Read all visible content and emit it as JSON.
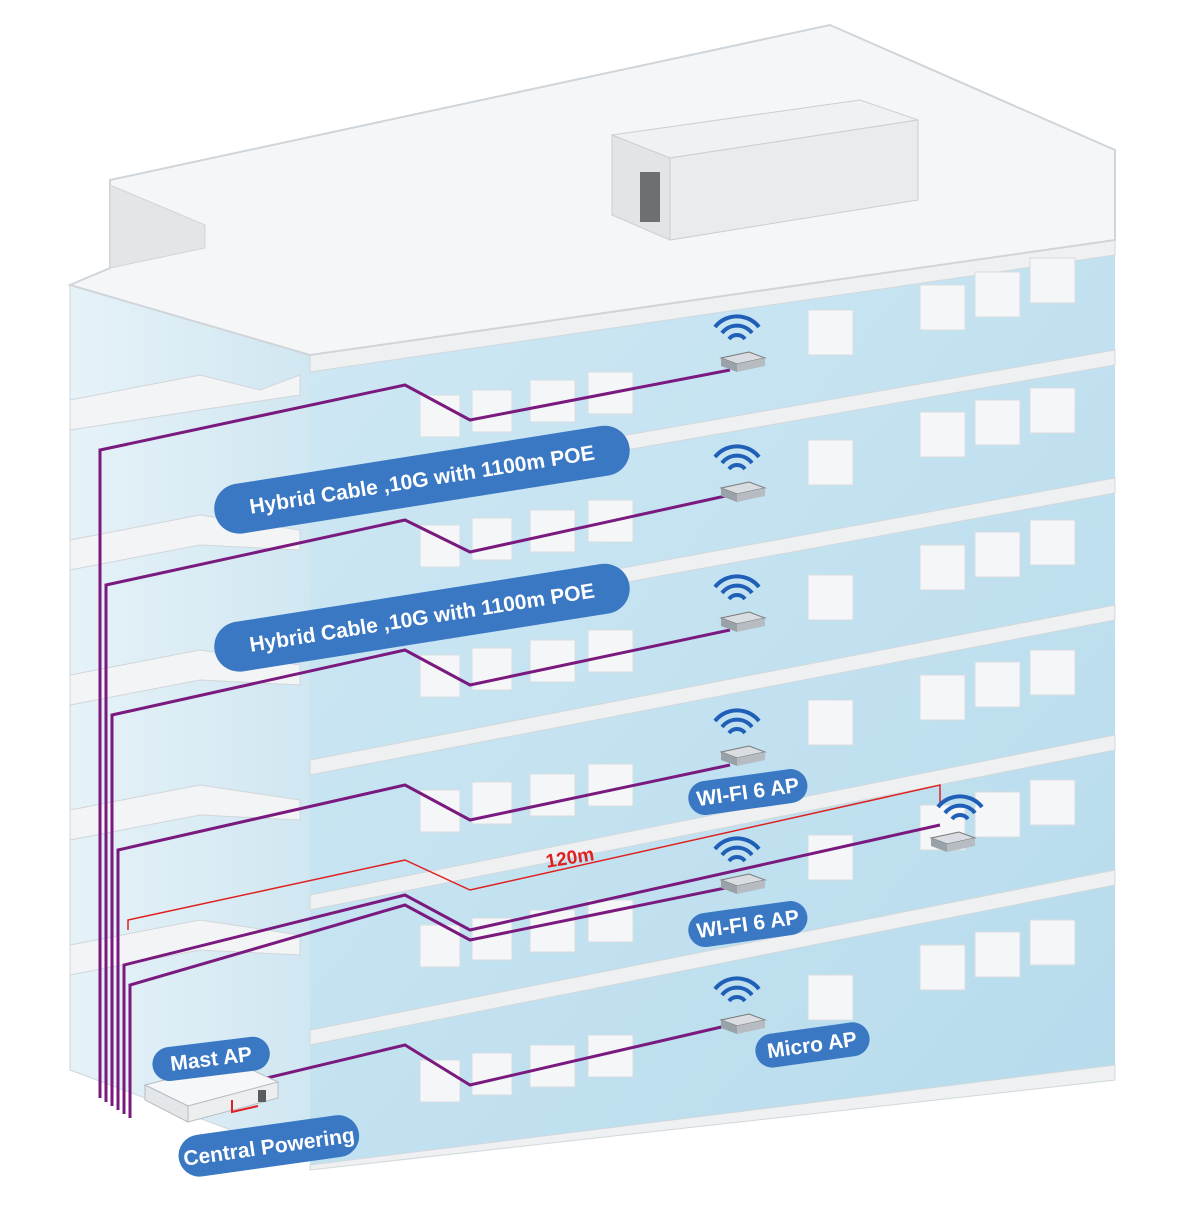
{
  "labels": {
    "cable_1": "Hybrid Cable ,10G with 1100m POE",
    "cable_2": "Hybrid Cable ,10G with 1100m POE",
    "wifi_ap_1": "WI-FI 6 AP",
    "wifi_ap_2": "WI-FI 6 AP",
    "distance": "120m",
    "mast_ap": "Mast AP",
    "micro_ap": "Micro AP",
    "central_powering": "Central Powering"
  },
  "colors": {
    "cable": "#7a1a7e",
    "distance_line": "#e02020",
    "label_pill": "#3a78c4",
    "glass": "#bfe0ef",
    "slab": "#eef0f2",
    "wifi_icon": "#1f5fb8"
  },
  "icons": [
    "wifi-icon",
    "access-point-icon"
  ]
}
